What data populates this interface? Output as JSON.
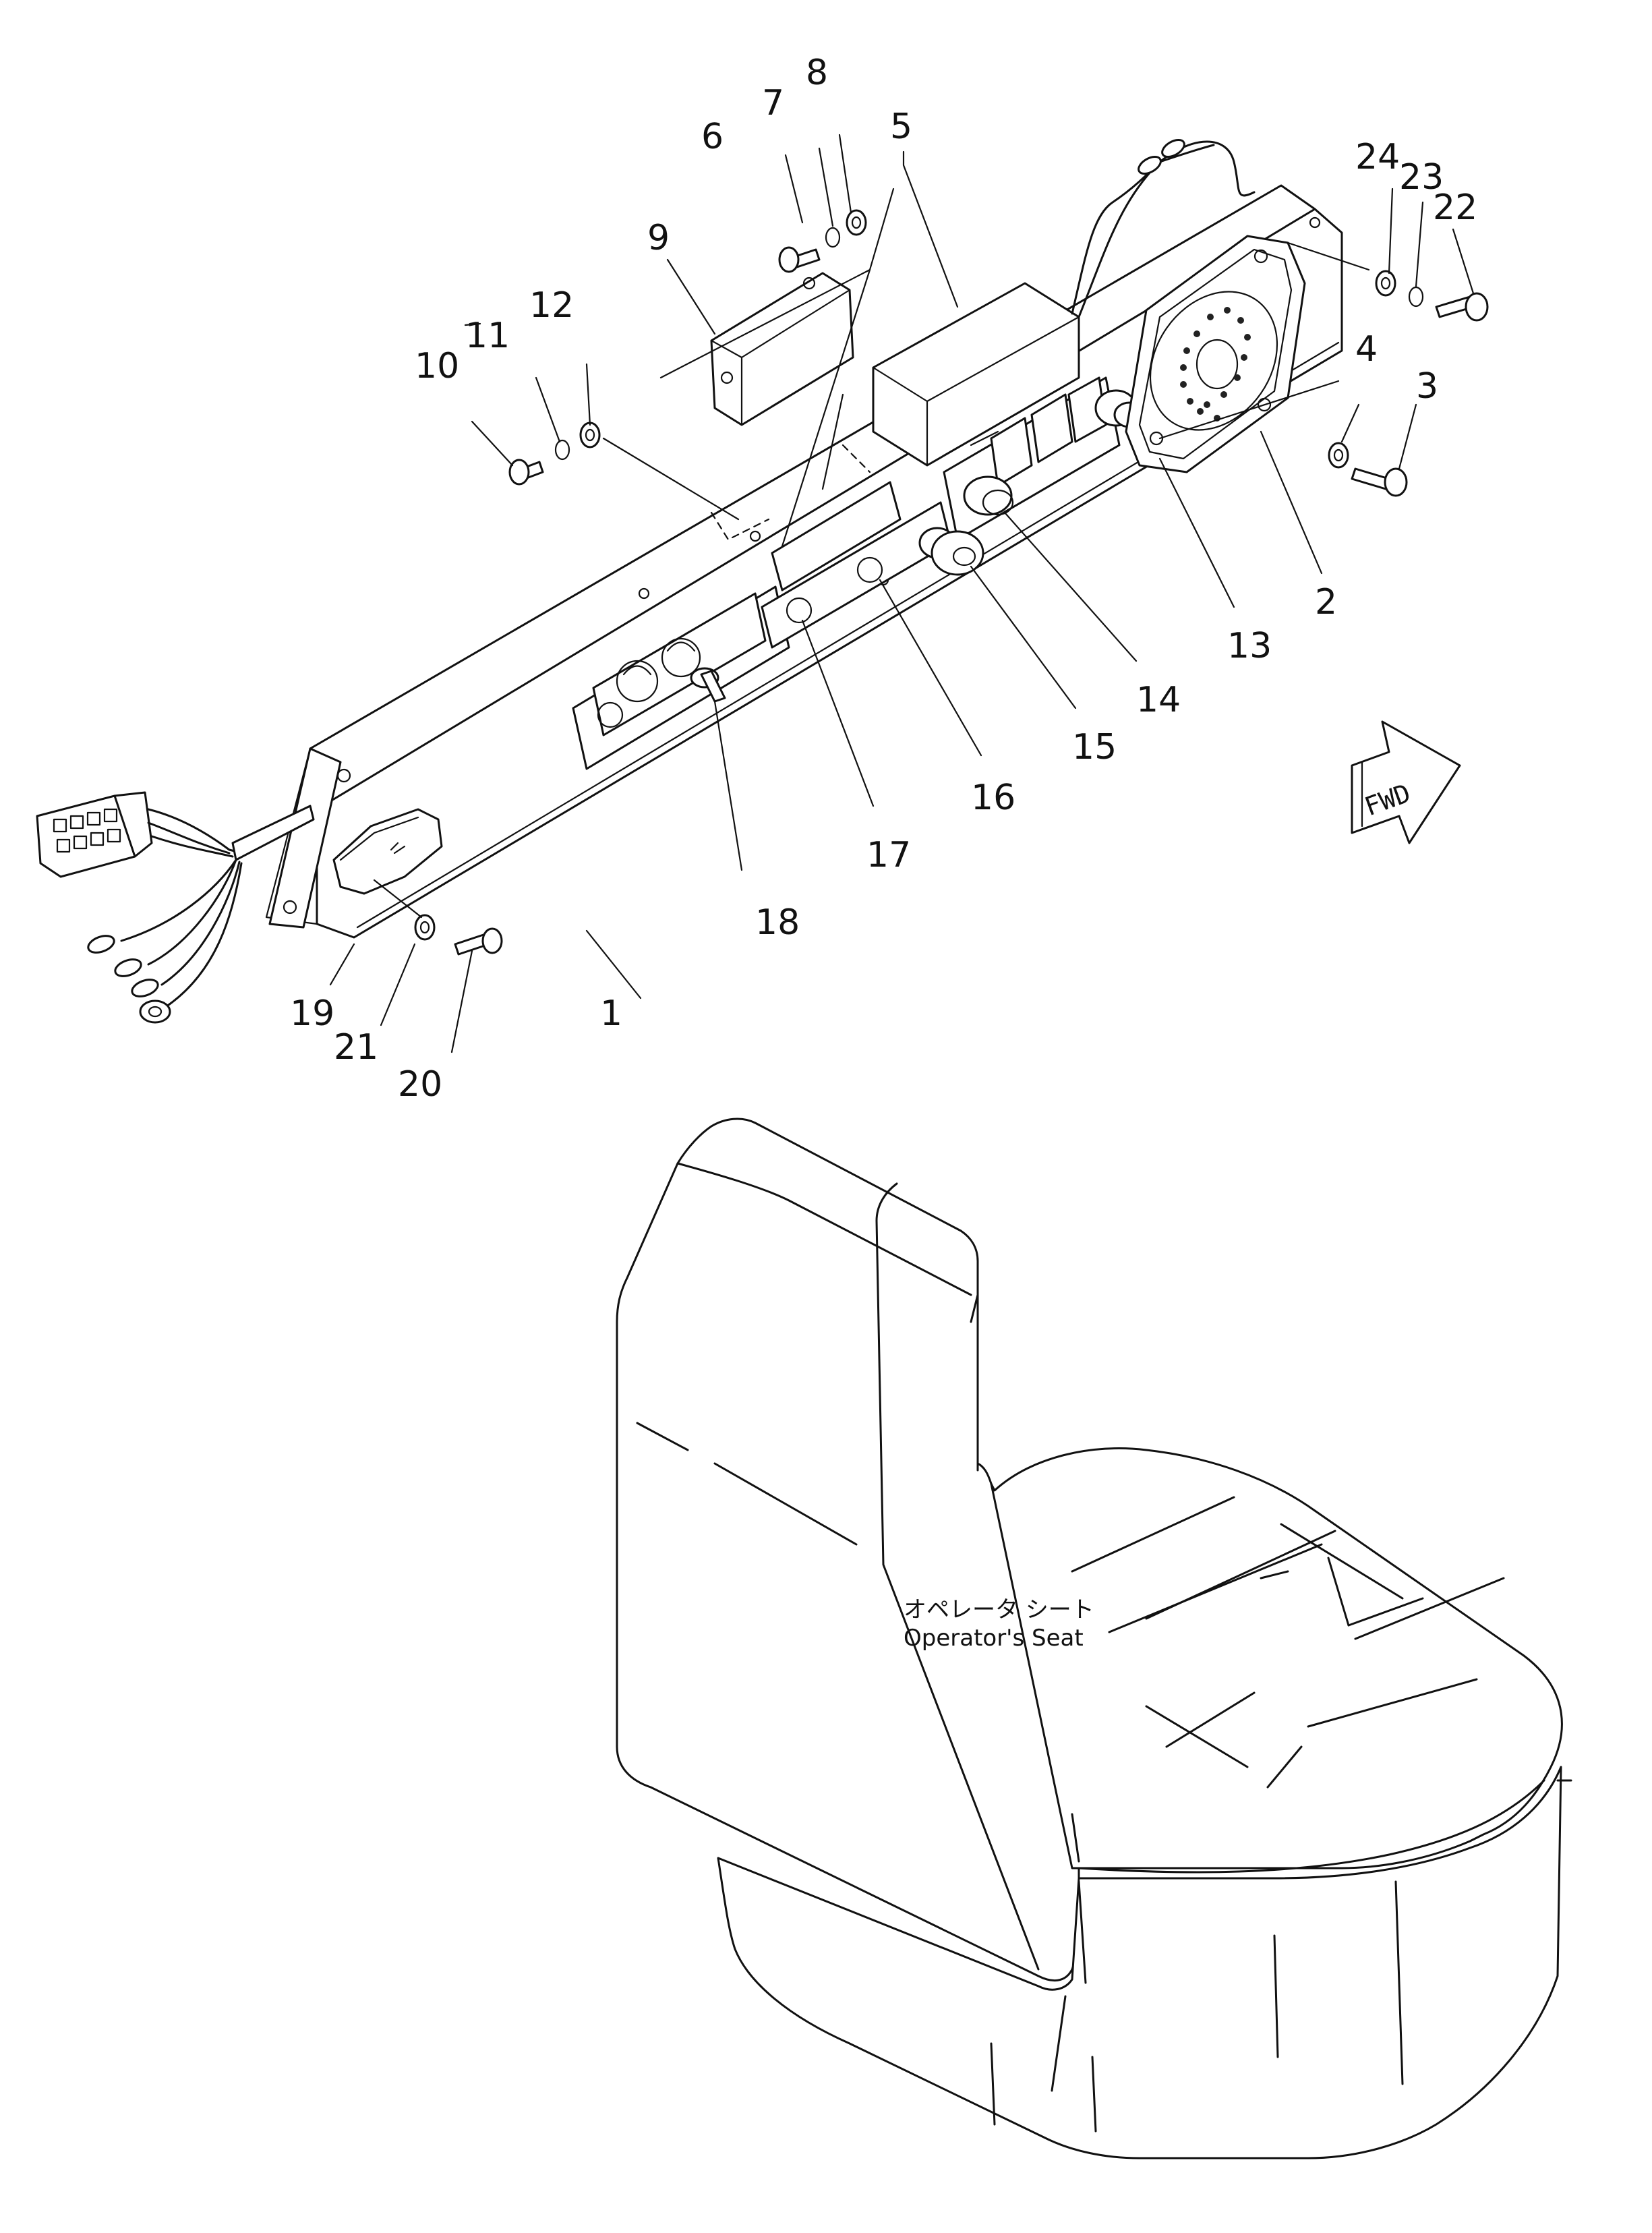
{
  "callouts": [
    "1",
    "2",
    "3",
    "4",
    "5",
    "6",
    "7",
    "8",
    "9",
    "10",
    "11",
    "12",
    "13",
    "14",
    "15",
    "16",
    "17",
    "18",
    "19",
    "20",
    "21",
    "22",
    "23",
    "24"
  ],
  "seat": {
    "label_jp": "オペレータ シート",
    "label_en": "Operator's Seat"
  },
  "direction_marker": {
    "label": "FWD"
  }
}
